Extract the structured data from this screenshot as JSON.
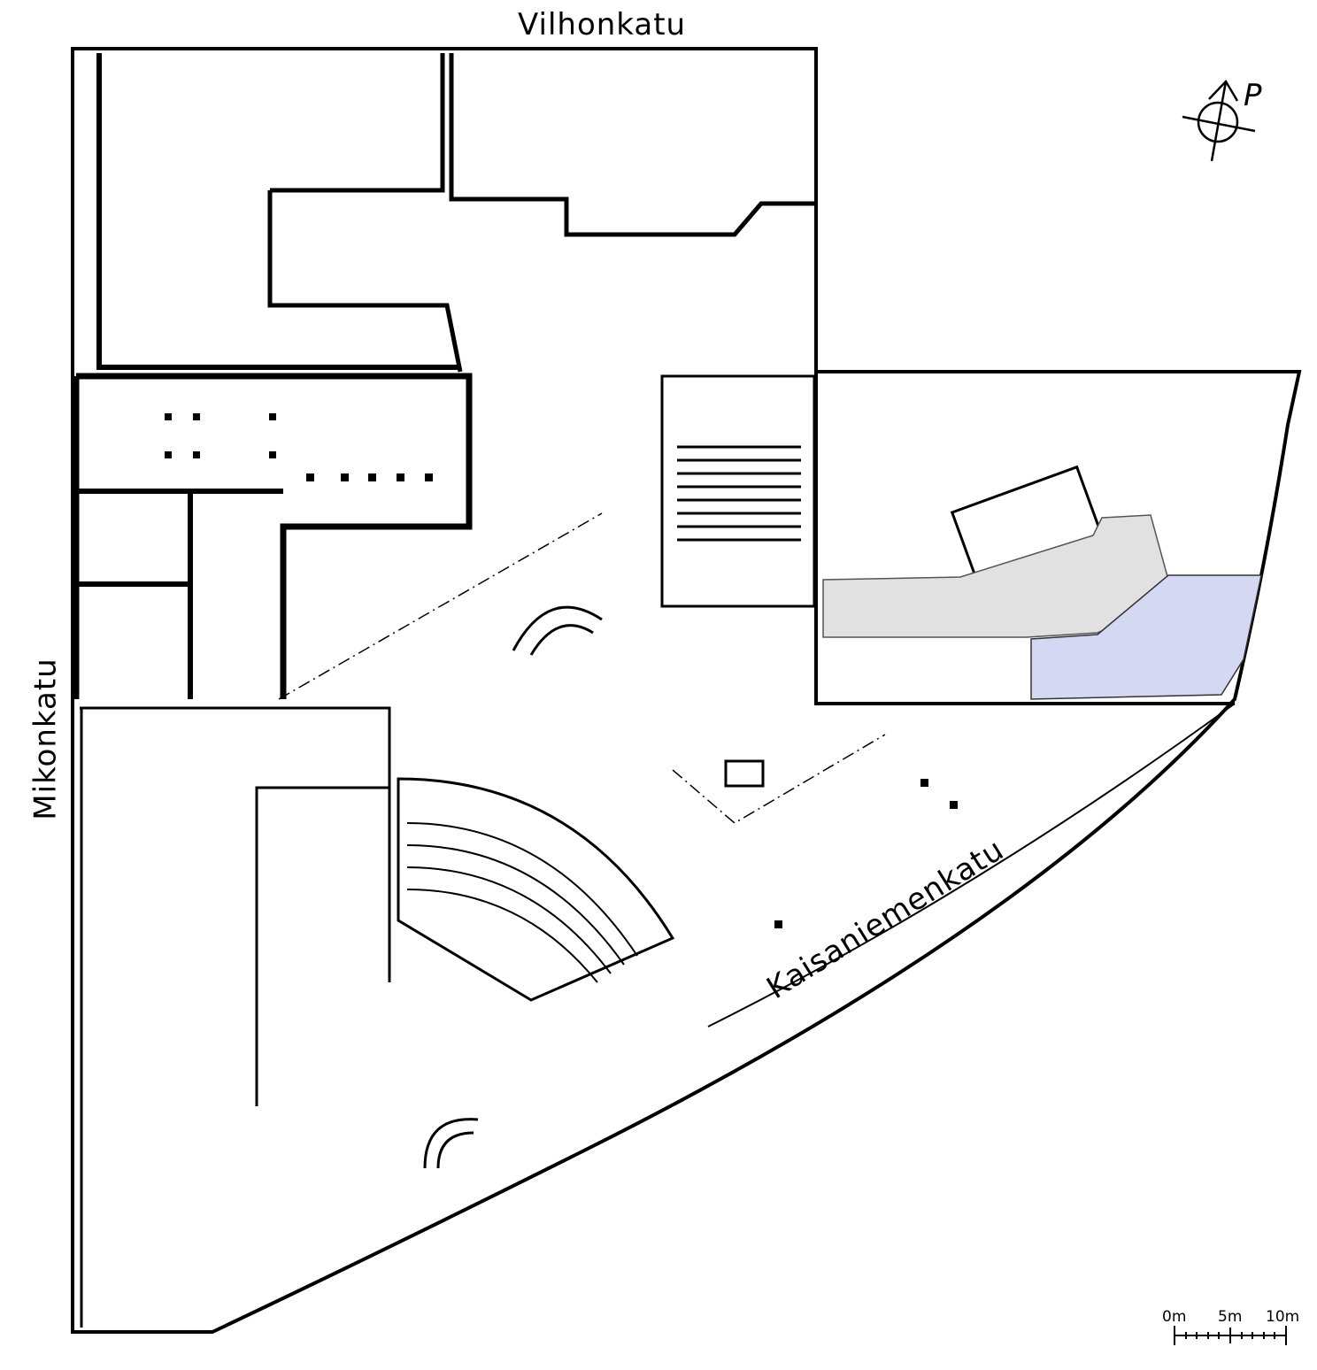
{
  "streets": {
    "north": "Vilhonkatu",
    "west": "Mikonkatu",
    "southeast": "Kaisaniemenkatu"
  },
  "compass": {
    "label": "P"
  },
  "scale_bar": {
    "labels": [
      "0m",
      "5m",
      "10m"
    ]
  },
  "highlight_colors": {
    "corridor": "#e1e1e1",
    "selected_space": "#d5d8f2"
  }
}
